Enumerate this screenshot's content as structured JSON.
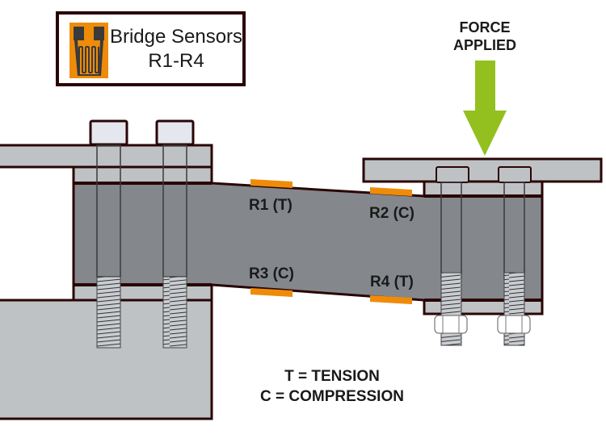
{
  "legend": {
    "title_line1": "Bridge Sensors",
    "title_line2": "R1-R4",
    "icon": "strain-gauge-icon"
  },
  "force": {
    "line1": "FORCE",
    "line2": "APPLIED",
    "icon": "down-arrow-icon",
    "color": "#93c01f"
  },
  "sensors": [
    {
      "id": "R1",
      "label": "R1 (T)"
    },
    {
      "id": "R2",
      "label": "R2 (C)"
    },
    {
      "id": "R3",
      "label": "R3 (C)"
    },
    {
      "id": "R4",
      "label": "R4 (T)"
    }
  ],
  "key": {
    "line1": "T = TENSION",
    "line2": "C = COMPRESSION"
  },
  "colors": {
    "outline": "#2a0505",
    "plate": "#bfc2c4",
    "beam": "#84878c",
    "bolt_head": "#e4e7ee",
    "sensor": "#ee8c0a",
    "arrow": "#93c01f"
  }
}
